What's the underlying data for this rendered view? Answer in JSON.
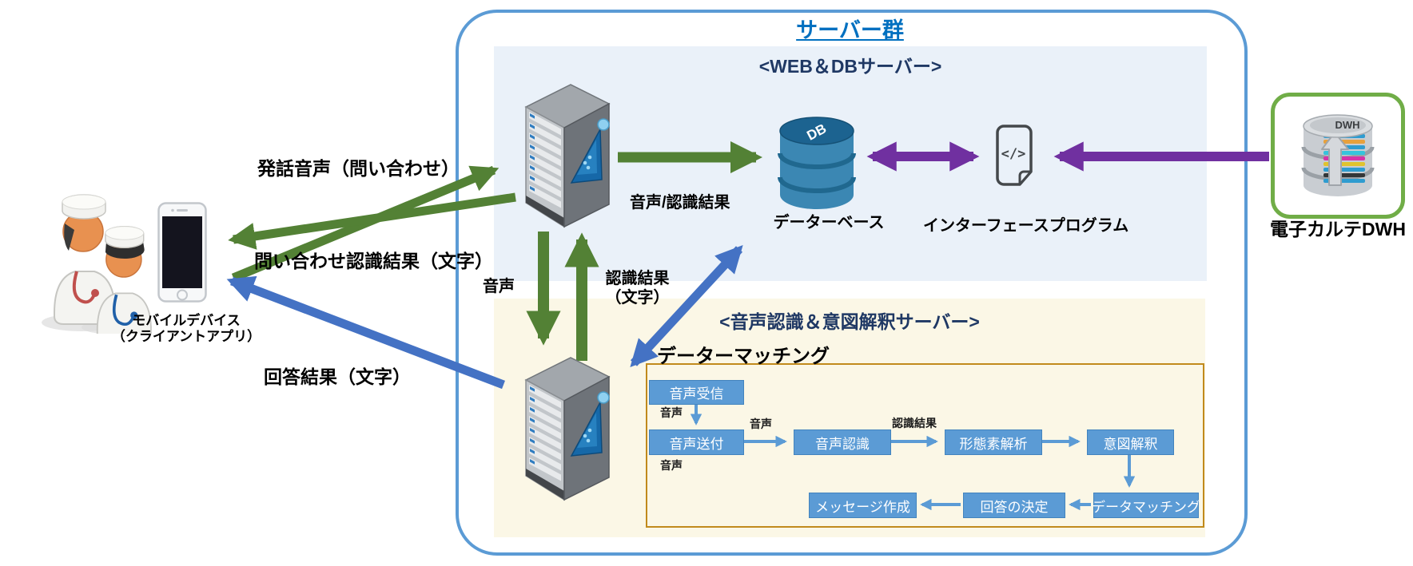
{
  "title": "サーバー群",
  "client": {
    "device_label_line1": "モバイルデバイス",
    "device_label_line2": "（クライアントアプリ）"
  },
  "arrows": {
    "utterance_label": "発話音声（問い合わせ）",
    "query_recognition_label": "問い合わせ認識結果（文字）",
    "answer_label": "回答結果（文字）",
    "voice_recog_result_label": "音声/認識結果",
    "voice_down_label": "音声",
    "recog_up_label_line1": "認識結果",
    "recog_up_label_line2": "（文字）"
  },
  "web_db_server": {
    "header": "<WEB＆DBサーバー>",
    "database_label": "データーベース",
    "db_icon_text": "DB",
    "interface_label": "インターフェースプログラム",
    "code_glyph": "</>"
  },
  "speech_server": {
    "header": "<音声認識＆意図解釈サーバー>",
    "matching_title": "データーマッチング",
    "flow_boxes": [
      "音声受信",
      "音声送付",
      "音声認識",
      "形態素解析",
      "意図解釈",
      "データマッチング",
      "回答の決定",
      "メッセージ作成"
    ],
    "flow_labels": {
      "voice1": "音声",
      "voice2": "音声",
      "voice3": "音声",
      "recog": "認識結果"
    }
  },
  "external": {
    "dwh_label": "電子カルテDWH",
    "dwh_icon_text": "DWH"
  },
  "colors": {
    "green_arrow": "#538135",
    "blue_arrow": "#4472C4",
    "purple_arrow": "#7030A0",
    "group_border": "#5B9BD5",
    "title_blue": "#0070C0",
    "header_navy": "#1F3864",
    "panel_blue": "#EAF1F9",
    "panel_cream": "#FBF7E6",
    "orange_border": "#C18A1C",
    "flow_box_blue": "#5B9BD5",
    "dwh_border_green": "#70AD47"
  }
}
